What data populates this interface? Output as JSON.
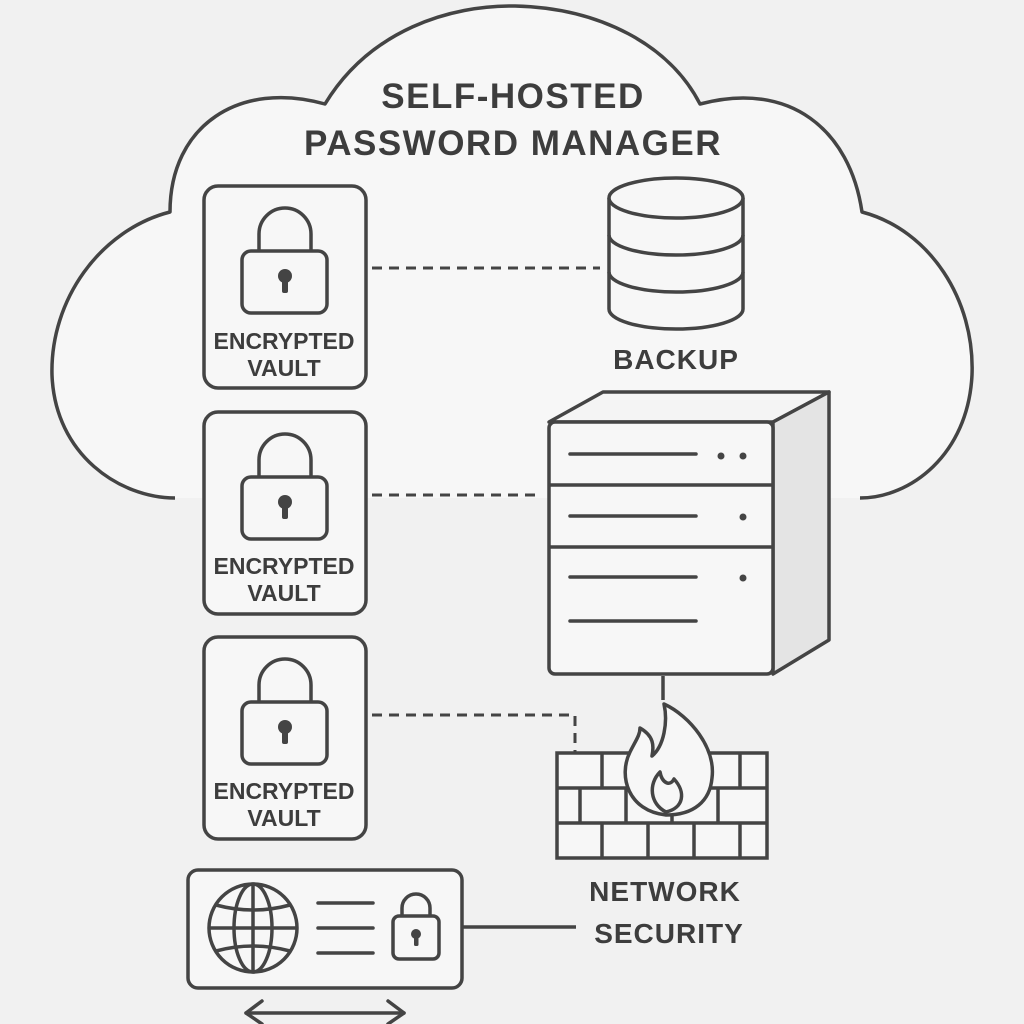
{
  "title": {
    "line1": "SELF-HOSTED",
    "line2": "PASSWORD MANAGER"
  },
  "vaults": [
    {
      "line1": "ENCRYPTED",
      "line2": "VAULT",
      "icon": "padlock-icon"
    },
    {
      "line1": "ENCRYPTED",
      "line2": "VAULT",
      "icon": "padlock-icon"
    },
    {
      "line1": "ENCRYPTED",
      "line2": "VAULT",
      "icon": "padlock-icon"
    }
  ],
  "backup": {
    "label": "BACKUP",
    "icon": "database-icon"
  },
  "server": {
    "icon": "server-icon"
  },
  "network_security": {
    "line1": "NETWORK",
    "line2": "SECURITY",
    "icon": "firewall-icon"
  },
  "web_client": {
    "icons": [
      "globe-icon",
      "padlock-icon"
    ]
  },
  "colors": {
    "stroke": "#444444",
    "background": "#f1f1f1",
    "fill": "#f7f7f7"
  }
}
